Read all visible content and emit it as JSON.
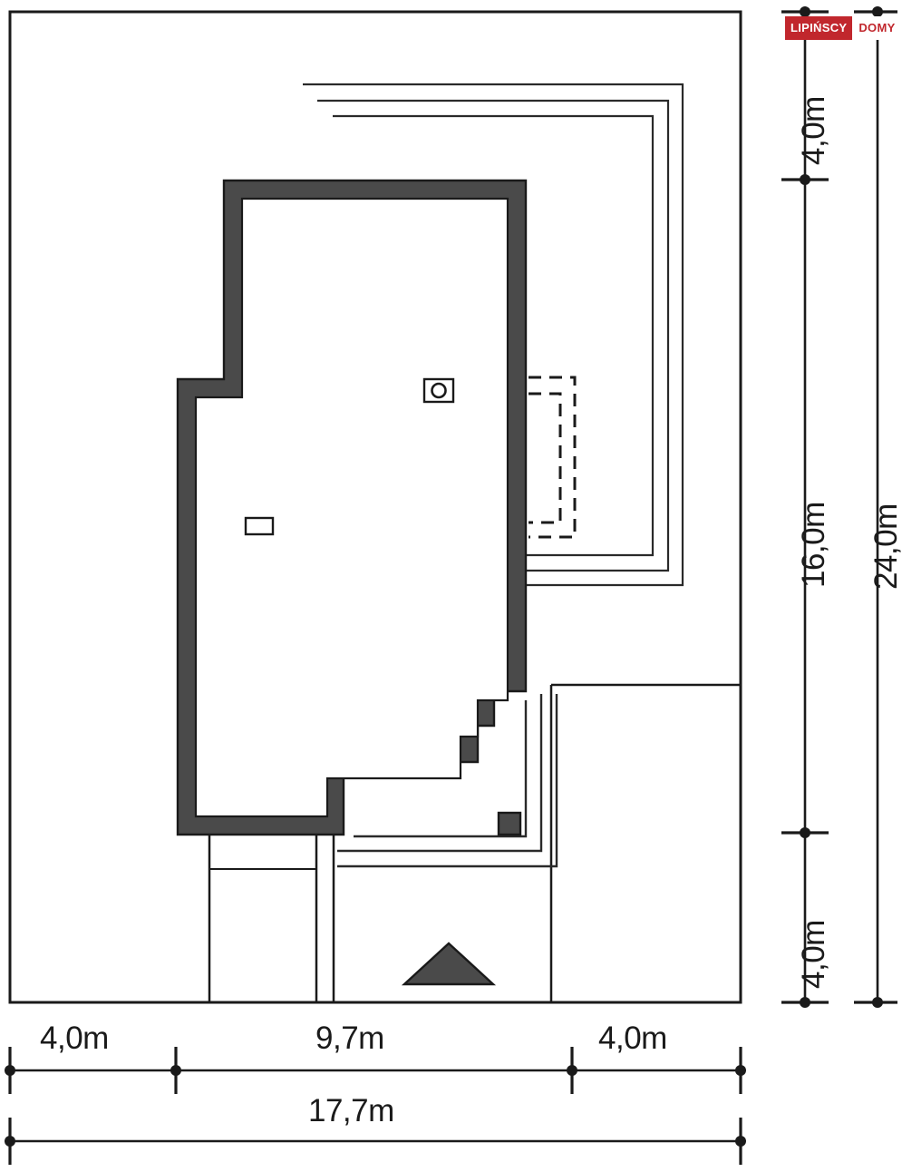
{
  "brand": {
    "mark_text": "LIPIŃSCY",
    "word_text": "DOMY",
    "mark_bg": "#c1272d",
    "mark_fg": "#ffffff",
    "word_fg": "#c1272d"
  },
  "drawing": {
    "type": "site-plan",
    "units": "m",
    "plot_outline_color": "#1a1a1a",
    "building_wall_fill": "#4a4a4a",
    "building_wall_stroke": "#1a1a1a",
    "north_arrow_fill": "#4a4a4a"
  },
  "dimensions": {
    "bottom": {
      "segments": [
        {
          "id": "bottom-left-setback",
          "label": "4,0m"
        },
        {
          "id": "bottom-building-width",
          "label": "9,7m"
        },
        {
          "id": "bottom-right-setback",
          "label": "4,0m"
        }
      ],
      "total": {
        "id": "bottom-total-width",
        "label": "17,7m"
      }
    },
    "right": {
      "segments": [
        {
          "id": "right-top-setback",
          "label": "4,0m"
        },
        {
          "id": "right-building-depth",
          "label": "16,0m"
        },
        {
          "id": "right-bottom-setback",
          "label": "4,0m"
        }
      ],
      "total": {
        "id": "right-total-depth",
        "label": "24,0m"
      }
    }
  },
  "symbols": {
    "chimney": "chimney-symbol",
    "window": "window-symbol",
    "fixture": "fixture-symbol",
    "north_arrow": "north-arrow"
  }
}
